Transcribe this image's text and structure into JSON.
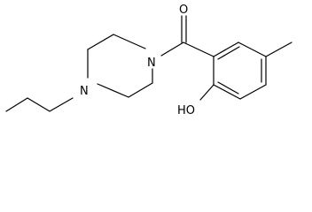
{
  "molecule": {
    "atoms": {
      "oxygen_carbonyl": "O",
      "nitrogen_amide": "N",
      "nitrogen_propyl": "N",
      "hydroxyl": "HO"
    }
  }
}
